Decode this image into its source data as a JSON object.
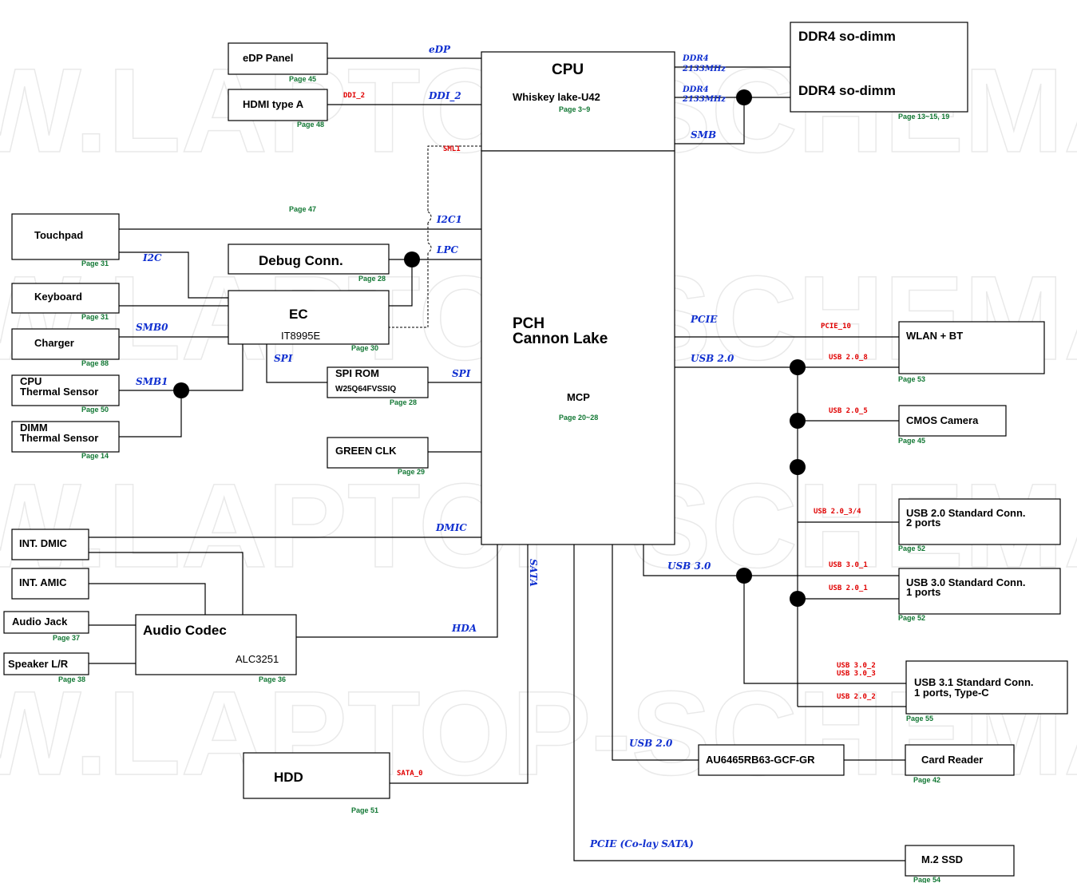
{
  "watermark": "W.LAPTOP-SCHEMATICS.C",
  "cpu": {
    "title": "CPU",
    "name": "Whiskey lake-U42",
    "page": "Page 3~9"
  },
  "pch": {
    "title1": "PCH",
    "title2": "Cannon Lake",
    "sub": "MCP",
    "page": "Page 20~28"
  },
  "edp": {
    "label": "eDP Panel",
    "page": "Page 45"
  },
  "hdmi": {
    "label": "HDMI type A",
    "page": "Page 48"
  },
  "ddr_a": {
    "label": "DDR4 so-dimm"
  },
  "ddr_b": {
    "label": "DDR4 so-dimm",
    "page": "Page 13~15, 19"
  },
  "touchpad": {
    "label": "Touchpad",
    "page": "Page 31"
  },
  "debug": {
    "label": "Debug Conn.",
    "page": "Page 28"
  },
  "keyboard": {
    "label": "Keyboard",
    "page": "Page 31"
  },
  "ec": {
    "label": "EC",
    "chip": "IT8995E",
    "page": "Page 30"
  },
  "charger": {
    "label": "Charger",
    "page": "Page 88"
  },
  "cpu_thermal": {
    "line1": "CPU",
    "line2": "Thermal Sensor",
    "page": "Page 50"
  },
  "dimm_thermal": {
    "line1": "DIMM",
    "line2": "Thermal Sensor",
    "page": "Page 14"
  },
  "spi_rom": {
    "label": "SPI ROM",
    "chip": "W25Q64FVSSIQ",
    "page": "Page 28"
  },
  "green_clk": {
    "label": "GREEN CLK",
    "page": "Page 29"
  },
  "page47": "Page 47",
  "int_dmic": {
    "label": "INT. DMIC"
  },
  "int_amic": {
    "label": "INT. AMIC"
  },
  "audio_jack": {
    "label": "Audio Jack",
    "page": "Page 37"
  },
  "speaker": {
    "label": "Speaker L/R",
    "page": "Page 38"
  },
  "audio_codec": {
    "label": "Audio Codec",
    "chip": "ALC3251",
    "page": "Page 36"
  },
  "hdd": {
    "label": "HDD",
    "page": "Page 51"
  },
  "wlan": {
    "label": "WLAN + BT",
    "page": "Page 53"
  },
  "cmos": {
    "label": "CMOS Camera",
    "page": "Page 45"
  },
  "usb20conn": {
    "line1": "USB 2.0 Standard Conn.",
    "line2": "2 ports",
    "page": "Page 52"
  },
  "usb30conn": {
    "line1": "USB 3.0 Standard Conn.",
    "line2": "1 ports",
    "page": "Page 52"
  },
  "usb31conn": {
    "line1": "USB 3.1 Standard Conn.",
    "line2": "1 ports, Type-C",
    "page": "Page 55"
  },
  "au6465": {
    "label": "AU6465RB63-GCF-GR"
  },
  "card_reader": {
    "label": "Card Reader",
    "page": "Page 42"
  },
  "m2ssd": {
    "label": "M.2 SSD",
    "page": "Page 54"
  },
  "buses": {
    "edp": "eDP",
    "ddi2": "DDI_2",
    "ddr4a_1": "DDR4",
    "ddr4a_2": "2133MHz",
    "ddr4b_1": "DDR4",
    "ddr4b_2": "2133MHz",
    "smb": "SMB",
    "i2c1": "I2C1",
    "lpc": "LPC",
    "i2c": "I2C",
    "smb0": "SMB0",
    "smb1": "SMB1",
    "spi_ec": "SPI",
    "spi_rom": "SPI",
    "dmic": "DMIC",
    "sata": "SATA",
    "hda": "HDA",
    "pcie": "PCIE",
    "usb20": "USB 2.0",
    "usb30": "USB 3.0",
    "usb20_cr": "USB 2.0",
    "pcie_m2": "PCIE (Co-lay SATA)"
  },
  "signals": {
    "ddi2": "DDI_2",
    "sml1": "SML1",
    "pcie10": "PCIE_10",
    "usb208": "USB 2.0_8",
    "usb205": "USB 2.0_5",
    "usb2034": "USB 2.0_3/4",
    "usb301": "USB 3.0_1",
    "usb201": "USB 2.0_1",
    "usb302": "USB 3.0_2",
    "usb303": "USB 3.0_3",
    "usb202": "USB 2.0_2",
    "sata0": "SATA_0"
  }
}
